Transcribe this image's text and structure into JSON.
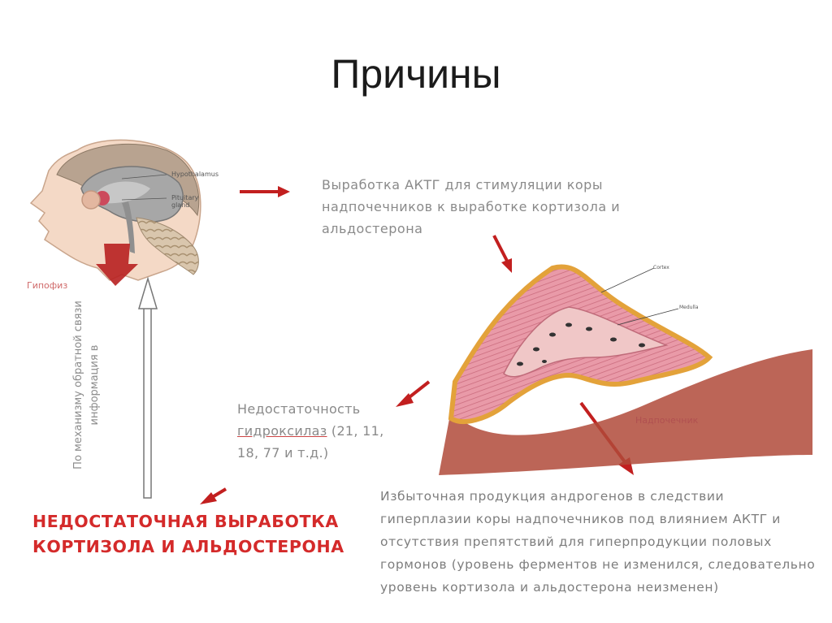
{
  "slide": {
    "title": "Причины"
  },
  "labels": {
    "hypothalamus": "Hypothalamus",
    "pituitary_line1": "Pituitary",
    "pituitary_line2": "gland",
    "hypophysis": "Гипофиз",
    "cortex": "Cortex",
    "medulla": "Medulla",
    "adrenal": "Надпочечник"
  },
  "texts": {
    "acth": "Выработка АКТГ для стимуляции коры надпочечников к выработке кортизола и альдостерона",
    "feedback": "По механизму обратной связи информация в",
    "hydroxylase_line1": "Недостаточность",
    "hydroxylase_word": "гидроксилаз",
    "hydroxylase_rest": " (21, 11, 18, 77 и т.д.)",
    "deficit": "НЕДОСТАТОЧНАЯ ВЫРАБОТКА КОРТИЗОЛА И АЛЬДОСТЕРОНА",
    "excess": "Избыточная продукция андрогенов в следствии гиперплазии коры надпочечников под влиянием АКТГ и отсутствия препятствий для гиперпродукции половых гормонов (уровень ферментов не изменился, следовательно уровень кортизола и альдостерона неизменен)"
  },
  "colors": {
    "arrow_red": "#c21f1f",
    "deficit_text": "#d42a2a",
    "adrenal_fill": "#e89aa6",
    "adrenal_capsule": "#e3a23a"
  }
}
